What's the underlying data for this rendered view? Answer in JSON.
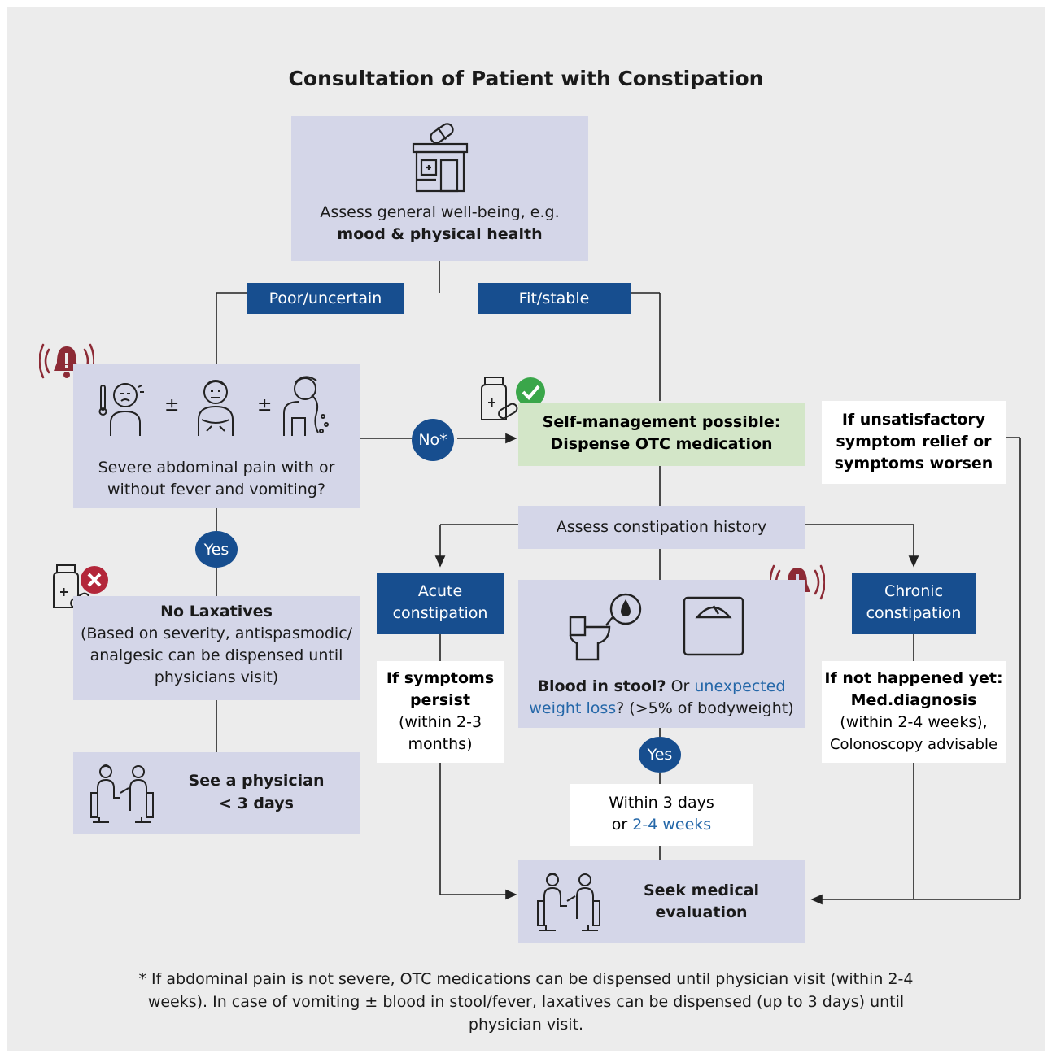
{
  "title": "Consultation of Patient with Constipation",
  "assess": {
    "line1": "Assess general well-being, e.g.",
    "line2": "mood & physical health"
  },
  "labels": {
    "poor": "Poor/uncertain",
    "fit": "Fit/stable"
  },
  "severe": {
    "symbol1": "±",
    "symbol2": "±",
    "line1": "Severe abdominal pain with or",
    "line2": "without fever and vomiting?"
  },
  "no_star": "No*",
  "self_mgmt": {
    "line1": "Self-management possible:",
    "line2": "Dispense OTC medication"
  },
  "unsatisfactory": {
    "line1": "If unsatisfactory",
    "line2": "symptom relief or",
    "line3": "symptoms worsen"
  },
  "yes_left": "Yes",
  "no_lax": {
    "head": "No Laxatives",
    "line1": "(Based on severity, antispasmodic/",
    "line2": "analgesic can be dispensed until",
    "line3": "physicians visit)"
  },
  "see_physician": {
    "line1": "See a physician",
    "line2": "< 3 days"
  },
  "history": "Assess constipation history",
  "acute": {
    "line1": "Acute",
    "line2": "constipation"
  },
  "chronic": {
    "line1": "Chronic",
    "line2": "constipation"
  },
  "persist": {
    "line1": "If symptoms",
    "line2": "persist",
    "line3": "(within 2-3",
    "line4": "months)"
  },
  "blood": {
    "bold": "Blood in stool?",
    "or": " Or ",
    "blue1": "unexpected",
    "blue2": "weight loss",
    "rest": "? (>5% of bodyweight)"
  },
  "yes_mid": "Yes",
  "within": {
    "line1": "Within 3 days",
    "pre": "or ",
    "blue": "2-4 weeks"
  },
  "not_happened": {
    "line1": "If not happened yet:",
    "line2": "Med.diagnosis",
    "line3": "(within 2-4 weeks),",
    "line4": "Colonoscopy advisable"
  },
  "seek": {
    "line1": "Seek medical",
    "line2": "evaluation"
  },
  "footnote": {
    "line1": "* If abdominal pain is not severe, OTC medications can be dispensed until physician visit (within 2-4",
    "line2": "weeks). In case of vomiting ± blood in stool/fever, laxatives can be dispensed (up to 3 days) until",
    "line3": "physician visit."
  },
  "colors": {
    "navy": "#174e8f",
    "lavender": "#d4d6e8",
    "green": "#d3e6c8",
    "alarm": "#8c2a35",
    "check": "#3aa64a",
    "cross": "#b3273a"
  }
}
